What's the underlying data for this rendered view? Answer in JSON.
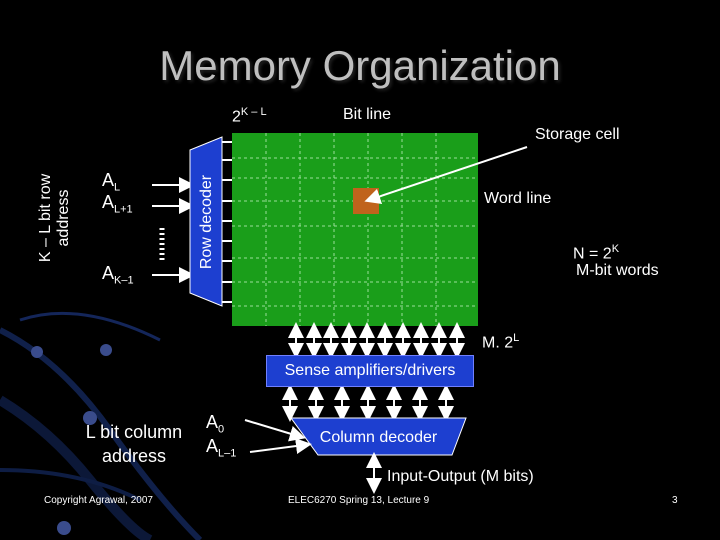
{
  "slide": {
    "title": "Memory Organization",
    "footer_left": "Copyright Agrawal, 2007",
    "footer_center": "ELEC6270 Spring 13, Lecture 9",
    "page_number": "3"
  },
  "diagram": {
    "row_address": {
      "line1": "K – L bit row",
      "line2": "address"
    },
    "addr_inputs": {
      "a_l": "A",
      "a_l_sub": "L",
      "a_l1": "A",
      "a_l1_sub": "L+1",
      "a_k": "A",
      "a_k_sub": "K–1"
    },
    "row_decoder": "Row decoder",
    "top_count": {
      "base": "2",
      "exp": "K – L"
    },
    "bit_line": "Bit line",
    "storage_cell": "Storage cell",
    "word_line": "Word line",
    "words": {
      "line1_base": "N = 2",
      "line1_exp": "K",
      "line2": "M-bit words"
    },
    "columns": {
      "base": "M. 2",
      "exp": "L"
    },
    "sense": "Sense amplifiers/drivers",
    "column_address": {
      "line1": "L bit column",
      "line2": "address"
    },
    "col_inputs": {
      "a0": "A",
      "a0_sub": "0",
      "al1": "A",
      "al1_sub": "L–1"
    },
    "column_decoder": "Column decoder",
    "io": "Input-Output (M bits)",
    "colors": {
      "array": "#1a9e1a",
      "cell": "#c0631c",
      "decoder": "#1d3fd0"
    }
  }
}
